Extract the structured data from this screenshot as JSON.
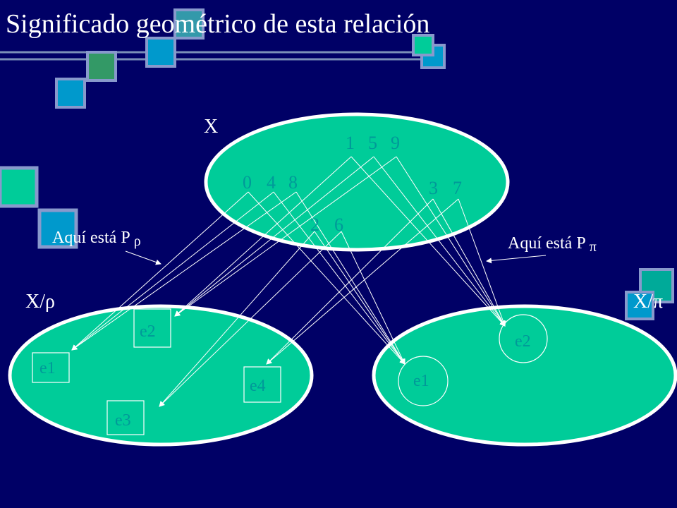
{
  "slide": {
    "title": "Significado geométrico de esta relación"
  },
  "diagram": {
    "set_x": {
      "label": "X",
      "elements": [
        "1",
        "5",
        "9",
        "0",
        "4",
        "8",
        "3",
        "7",
        "2",
        "6"
      ]
    },
    "quotient_rho": {
      "label": "X/ρ",
      "classes": [
        "e1",
        "e2",
        "e3",
        "e4"
      ]
    },
    "quotient_pi": {
      "label": "X/π",
      "classes": [
        "e1",
        "e2"
      ]
    },
    "annotations": {
      "p_rho": "Aquí está P",
      "p_rho_sub": "ρ",
      "p_pi": "Aquí está P",
      "p_pi_sub": "π"
    }
  },
  "colors": {
    "background": "#000066",
    "ellipse_fill": "#00cc99",
    "ellipse_stroke": "#ffffff",
    "text_dark": "#009999",
    "text_light": "#ffffff"
  }
}
